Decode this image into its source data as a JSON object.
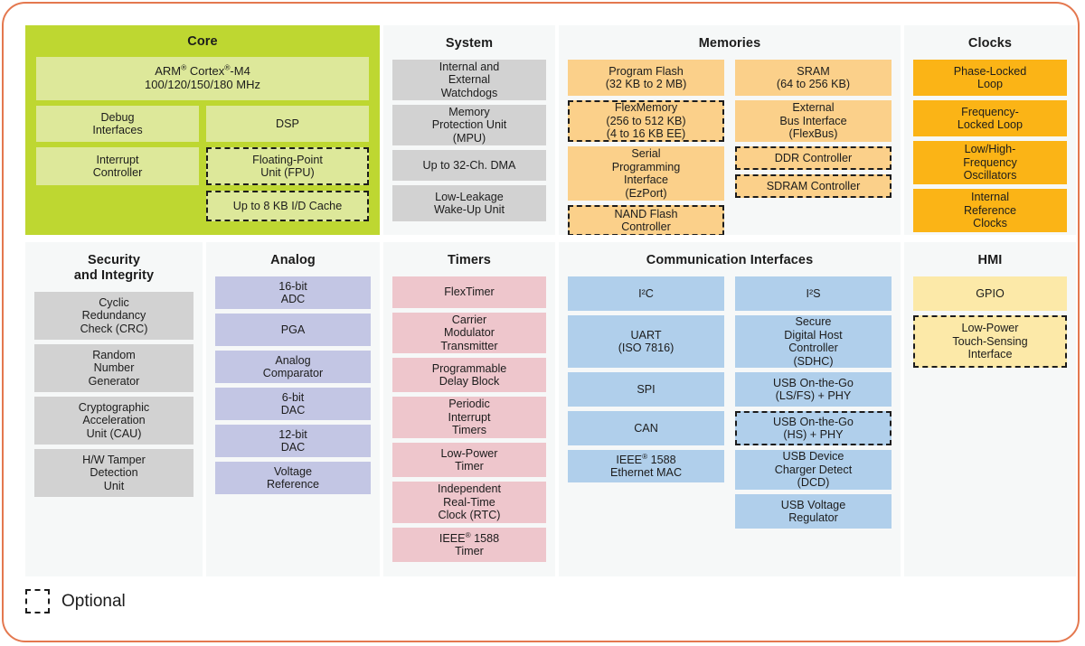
{
  "legend": {
    "optional_label": "Optional",
    "swatch_name": "dashed-square-swatch"
  },
  "colors": {
    "frame_border": "#e4784f",
    "panel_background": "#f6f8f8",
    "core_panel": "#bed731",
    "core_block": "#dde89a",
    "system_block": "#d2d2d2",
    "security_block": "#d2d2d2",
    "memories_block": "#fbd08a",
    "clocks_block": "#fbb416",
    "analog_block": "#c3c6e4",
    "timers_block": "#eec6cc",
    "comm_block": "#b0cfeb",
    "hmi_block": "#fce9a8",
    "text": "#1c1c1c"
  },
  "panels": {
    "core": {
      "title": "Core",
      "cpu": "ARM® Cortex®-M4\n100/120/150/180 MHz",
      "cpu_line1": "ARM® Cortex®-M4",
      "cpu_line2": "100/120/150/180 MHz",
      "left_blocks": [
        {
          "label": "Debug\nInterfaces",
          "optional": false
        },
        {
          "label": "Interrupt\nController",
          "optional": false
        }
      ],
      "right_blocks": [
        {
          "label": "DSP",
          "optional": false
        },
        {
          "label": "Floating-Point\nUnit (FPU)",
          "optional": true
        },
        {
          "label": "Up to 8 KB I/D Cache",
          "optional": true
        }
      ]
    },
    "system": {
      "title": "System",
      "blocks": [
        {
          "label": "Internal and\nExternal\nWatchdogs",
          "optional": false
        },
        {
          "label": "Memory\nProtection Unit\n(MPU)",
          "optional": false
        },
        {
          "label": "Up to 32-Ch. DMA",
          "optional": false
        },
        {
          "label": "Low-Leakage\nWake-Up Unit",
          "optional": false
        }
      ]
    },
    "memories": {
      "title": "Memories",
      "left_blocks": [
        {
          "label": "Program Flash\n(32 KB to 2 MB)",
          "optional": false
        },
        {
          "label": "FlexMemory\n(256 to 512 KB)\n(4 to 16 KB EE)",
          "optional": true
        },
        {
          "label": "Serial\nProgramming\nInterface\n(EzPort)",
          "optional": false
        },
        {
          "label": "NAND Flash\nController",
          "optional": true
        }
      ],
      "right_blocks": [
        {
          "label": "SRAM\n(64 to 256 KB)",
          "optional": false
        },
        {
          "label": "External\nBus Interface\n(FlexBus)",
          "optional": false
        },
        {
          "label": "DDR Controller",
          "optional": true
        },
        {
          "label": "SDRAM Controller",
          "optional": true
        }
      ]
    },
    "clocks": {
      "title": "Clocks",
      "blocks": [
        {
          "label": "Phase-Locked\nLoop",
          "optional": false
        },
        {
          "label": "Frequency-\nLocked Loop",
          "optional": false
        },
        {
          "label": "Low/High-\nFrequency\nOscillators",
          "optional": false
        },
        {
          "label": "Internal\nReference\nClocks",
          "optional": false
        }
      ]
    },
    "security": {
      "title": "Security\nand Integrity",
      "title_line1": "Security",
      "title_line2": "and Integrity",
      "blocks": [
        {
          "label": "Cyclic\nRedundancy\nCheck (CRC)",
          "optional": false
        },
        {
          "label": "Random\nNumber\nGenerator",
          "optional": false
        },
        {
          "label": "Cryptographic\nAcceleration\nUnit (CAU)",
          "optional": false
        },
        {
          "label": "H/W Tamper\nDetection\nUnit",
          "optional": false
        }
      ]
    },
    "analog": {
      "title": "Analog",
      "blocks": [
        {
          "label": "16-bit\nADC",
          "optional": false
        },
        {
          "label": "PGA",
          "optional": false
        },
        {
          "label": "Analog\nComparator",
          "optional": false
        },
        {
          "label": "6-bit\nDAC",
          "optional": false
        },
        {
          "label": "12-bit\nDAC",
          "optional": false
        },
        {
          "label": "Voltage\nReference",
          "optional": false
        }
      ]
    },
    "timers": {
      "title": "Timers",
      "blocks": [
        {
          "label": "FlexTimer",
          "optional": false
        },
        {
          "label": "Carrier\nModulator\nTransmitter",
          "optional": false
        },
        {
          "label": "Programmable\nDelay Block",
          "optional": false
        },
        {
          "label": "Periodic\nInterrupt\nTimers",
          "optional": false
        },
        {
          "label": "Low-Power\nTimer",
          "optional": false
        },
        {
          "label": "Independent\nReal-Time\nClock (RTC)",
          "optional": false
        },
        {
          "label": "IEEE® 1588\nTimer",
          "optional": false
        }
      ]
    },
    "communication": {
      "title": "Communication Interfaces",
      "left_blocks": [
        {
          "label": "I²C",
          "optional": false
        },
        {
          "label": "UART\n(ISO 7816)",
          "optional": false
        },
        {
          "label": "SPI",
          "optional": false
        },
        {
          "label": "CAN",
          "optional": false
        },
        {
          "label": "IEEE® 1588\nEthernet MAC",
          "optional": false
        }
      ],
      "right_blocks": [
        {
          "label": "I²S",
          "optional": false
        },
        {
          "label": "Secure\nDigital Host\nController\n(SDHC)",
          "optional": false
        },
        {
          "label": "USB On-the-Go\n(LS/FS) + PHY",
          "optional": false
        },
        {
          "label": "USB On-the-Go\n(HS) + PHY",
          "optional": true
        },
        {
          "label": "USB Device\nCharger Detect\n(DCD)",
          "optional": false
        },
        {
          "label": "USB Voltage\nRegulator",
          "optional": false
        }
      ]
    },
    "hmi": {
      "title": "HMI",
      "blocks": [
        {
          "label": "GPIO",
          "optional": false
        },
        {
          "label": "Low-Power\nTouch-Sensing\nInterface",
          "optional": true
        }
      ]
    }
  }
}
